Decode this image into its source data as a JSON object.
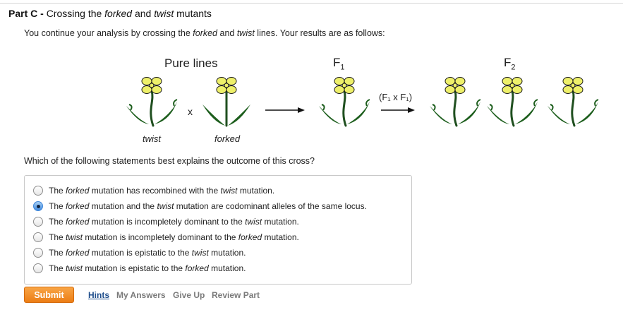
{
  "part": {
    "label": "Part C -",
    "title_parts": [
      "Crossing the ",
      "forked",
      " and ",
      "twist",
      " mutants"
    ]
  },
  "intro_parts": [
    "You continue your analysis by crossing the ",
    "forked",
    " and ",
    "twist",
    " lines. Your results are as follows:"
  ],
  "diagram": {
    "pure_lines_label": "Pure lines",
    "cross_symbol": "x",
    "f1_label": "F",
    "f1_sub": "1",
    "f2_label": "F",
    "f2_sub": "2",
    "selfing_label": "(F₁ x F₁)",
    "twist_label": "twist",
    "forked_label": "forked",
    "colors": {
      "petal": "#eef06a",
      "petal_outline": "#1a1a1a",
      "leaf": "#1d5e1d",
      "stem": "#1f4f1f"
    }
  },
  "question": "Which of the following statements best explains the outcome of this cross?",
  "choices": [
    {
      "parts": [
        "The ",
        "forked",
        " mutation has recombined with the ",
        "twist",
        " mutation."
      ],
      "selected": false
    },
    {
      "parts": [
        "The ",
        "forked",
        " mutation and the ",
        "twist",
        " mutation are codominant alleles of the same locus."
      ],
      "selected": true
    },
    {
      "parts": [
        "The ",
        "forked",
        " mutation is incompletely dominant to the ",
        "twist",
        " mutation."
      ],
      "selected": false
    },
    {
      "parts": [
        "The ",
        "twist",
        " mutation is incompletely dominant to the ",
        "forked",
        " mutation."
      ],
      "selected": false
    },
    {
      "parts": [
        "The ",
        "forked",
        " mutation is epistatic to the ",
        "twist",
        " mutation."
      ],
      "selected": false
    },
    {
      "parts": [
        "The ",
        "twist",
        " mutation is epistatic to the ",
        "forked",
        " mutation."
      ],
      "selected": false
    }
  ],
  "footer": {
    "submit_label": "Submit",
    "hints_label": "Hints",
    "my_answers_label": "My Answers",
    "give_up_label": "Give Up",
    "review_part_label": "Review Part"
  }
}
